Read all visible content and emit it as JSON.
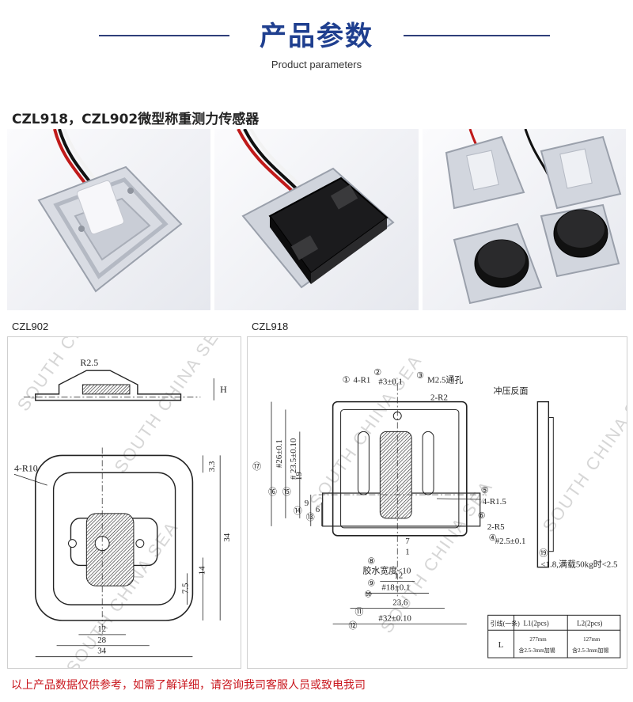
{
  "header": {
    "title": "产品参数",
    "subtitle": "Product parameters"
  },
  "product_name": "CZL918，CZL902微型称重测力传感器",
  "photos": [
    {
      "name": "czl902-photo"
    },
    {
      "name": "czl918-photo"
    },
    {
      "name": "group-photo"
    }
  ],
  "drawings": {
    "left_label": "CZL902",
    "right_label": "CZL918",
    "watermark": "SOUTH CHINA SEA",
    "left_dims": {
      "r": "R2.5",
      "h": "H",
      "radius": "4-R10",
      "d33": "3.3",
      "d34v": "34",
      "d14": "14",
      "d75": "7.5",
      "d12": "12",
      "d28": "28",
      "d34h": "34"
    },
    "right_dims": {
      "c1": "①",
      "c2": "②",
      "c3": "③",
      "c4": "④",
      "c5": "⑤",
      "c6": "⑥",
      "c7": "⑦",
      "c8": "⑧",
      "c9": "⑨",
      "c10": "⑩",
      "c11": "⑪",
      "c12": "⑫",
      "c13": "⑬",
      "c14": "⑭",
      "c15": "⑮",
      "c16": "⑯",
      "c17": "⑰",
      "c18": "⑱",
      "c19": "⑲",
      "r1": "4-R1",
      "d3": "#3±0.1",
      "hole": "M2.5通孔",
      "r2": "2-R2",
      "r15": "4-R1.5",
      "r5": "2-R5",
      "d25": "#2.5±0.1",
      "d26": "#26±0.1",
      "d235": "# 23.5±0.10",
      "d19": "19",
      "d9": "9",
      "d6": "6",
      "d7": "7",
      "d1": "1",
      "glue": "胶水宽度<10",
      "d12": "12",
      "d18": "#18±0.1",
      "d236": "23.6",
      "d32": "#32±0.10",
      "face": "冲压反面",
      "note": "<1.8,满载50kg时<2.5",
      "table_h1": "引线(一条)",
      "table_h2": "L1(2pcs)",
      "table_h3": "L2(2pcs)",
      "table_row_label": "L",
      "table_l1a": "277mm",
      "table_l1b": "含2.5-3mm加锡",
      "table_l2a": "127mm",
      "table_l2b": "含2.5-3mm加锡"
    }
  },
  "footer": "以上产品数据仅供参考，如需了解详细，请咨询我司客服人员或致电我司"
}
